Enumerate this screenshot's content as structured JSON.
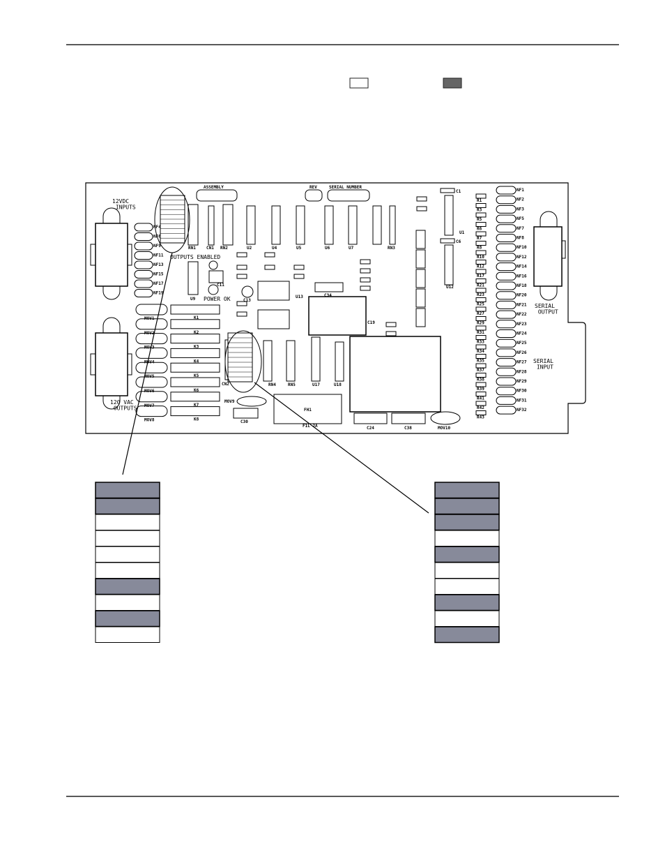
{
  "legend": {
    "off_color": "#ffffff",
    "on_color": "#666666"
  },
  "colors": {
    "switch_on": "#878a9a",
    "switch_off": "#ffffff",
    "line": "#000000"
  },
  "board": {
    "labels": {
      "dc_inputs": "12VDC INPUTS",
      "outputs_enabled": "OUTPUTS ENABLED",
      "power_ok": "POWER OK",
      "vac_outputs": "120 VAC OUTPUTS",
      "serial_output": "SERIAL OUTPUT",
      "serial_input": "SERIAL INPUT",
      "assembly": "ASSEMBLY",
      "rev": "REV",
      "serial_number": "SERIAL NUMBER",
      "fh1": "FH1",
      "fuse": "F1L 2A",
      "mov9": "MOV9",
      "mov10": "MOV10",
      "c30": "C30",
      "c24": "C24",
      "c38": "C38",
      "u13": "U13",
      "c19": "C19",
      "c34": "C34",
      "u1": "U1",
      "u12": "U12",
      "c1": "C1",
      "c6": "C6",
      "cn2": "CN2",
      "rn1": "RN1",
      "cn1": "CN1",
      "rn2": "RN2",
      "rn3": "RN3",
      "rn4": "RN4",
      "rn5": "RN5",
      "u17": "U17",
      "u18": "U18",
      "u9": "U9",
      "c11": "C11",
      "c13": "C13"
    },
    "left_nf": [
      "NF4",
      "NF6",
      "NF9",
      "NF11",
      "NF13",
      "NF15",
      "NF17",
      "NF19"
    ],
    "movs": [
      "MOV1",
      "MOV2",
      "MOV3",
      "MOV4",
      "MOV5",
      "MOV6",
      "MOV7",
      "MOV8"
    ],
    "relays": [
      "K1",
      "K2",
      "K3",
      "K4",
      "K5",
      "K6",
      "K7",
      "K8"
    ],
    "right_resistors": [
      "R1",
      "R3",
      "R5",
      "R6",
      "R7",
      "R8",
      "R10",
      "R12",
      "R17",
      "R21",
      "R23",
      "R25",
      "R27",
      "R29",
      "R31",
      "R33",
      "R34",
      "R35",
      "R37",
      "R38",
      "R39",
      "R41",
      "R42",
      "R43"
    ],
    "right_nf": [
      "NF1",
      "NF2",
      "NF3",
      "NF5",
      "NF7",
      "NF8",
      "NF10",
      "NF12",
      "NF14",
      "NF16",
      "NF18",
      "NF20",
      "NF21",
      "NF22",
      "NF23",
      "NF24",
      "NF25",
      "NF26",
      "NF27",
      "NF28",
      "NF29",
      "NF30",
      "NF31",
      "NF32"
    ],
    "top_ics": [
      "U2",
      "U4",
      "U5",
      "U6",
      "U7"
    ]
  },
  "switch_banks": [
    {
      "name": "outputs-switch",
      "states": [
        1,
        1,
        0,
        0,
        0,
        0,
        1,
        0,
        1,
        0
      ]
    },
    {
      "name": "address-switch",
      "states": [
        1,
        1,
        1,
        0,
        1,
        0,
        0,
        1,
        0,
        1
      ]
    }
  ]
}
